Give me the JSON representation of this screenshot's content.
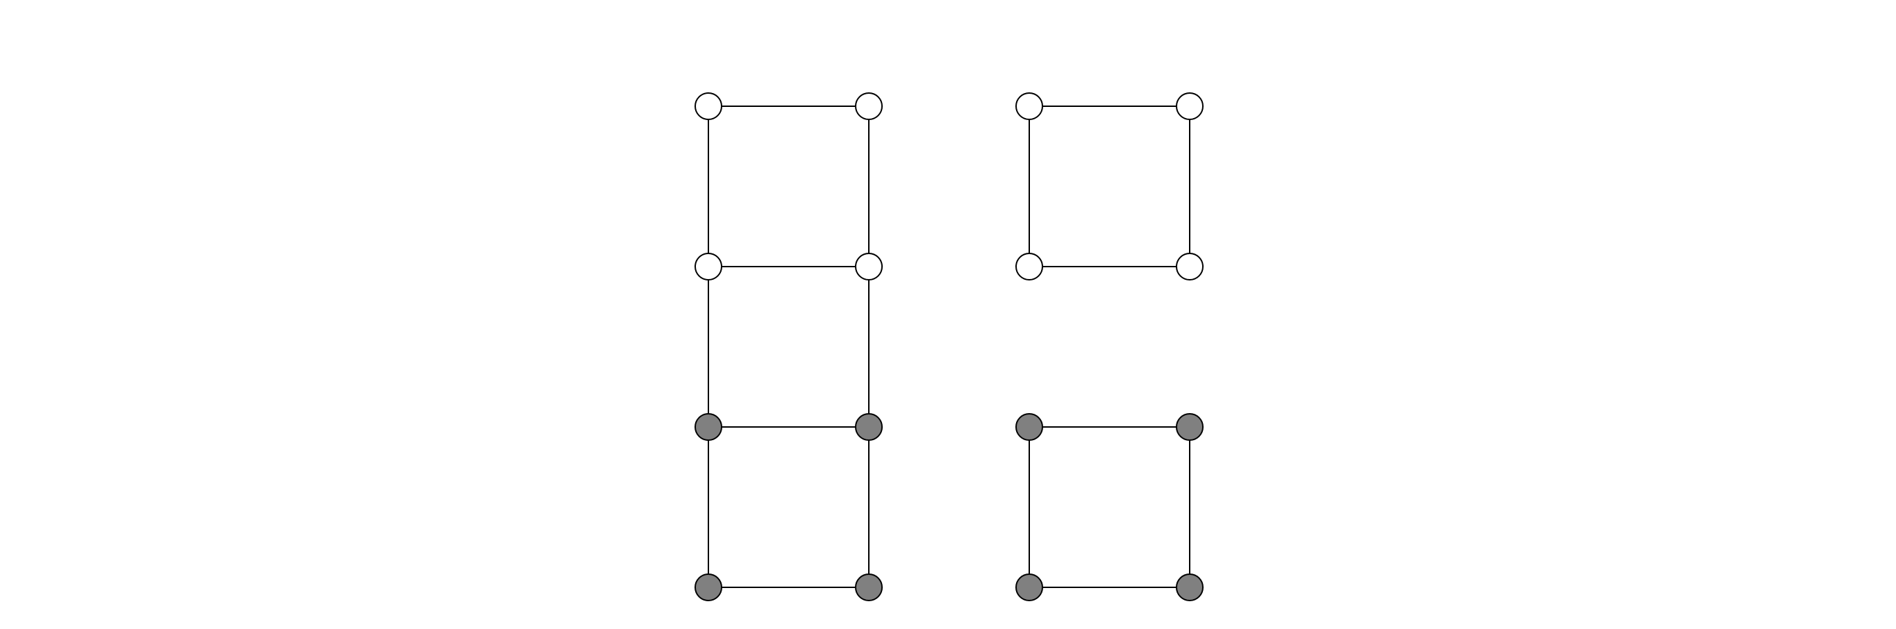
{
  "diagram": {
    "colors": {
      "node_white": "#ffffff",
      "node_gray": "#808080",
      "edge": "#000000",
      "background": "#ffffff"
    },
    "graphs": [
      {
        "id": "ladder",
        "nodes": [
          {
            "id": "ladder-r0-left",
            "state": "white"
          },
          {
            "id": "ladder-r0-right",
            "state": "white"
          },
          {
            "id": "ladder-r1-left",
            "state": "white"
          },
          {
            "id": "ladder-r1-right",
            "state": "white"
          },
          {
            "id": "ladder-r2-left",
            "state": "gray"
          },
          {
            "id": "ladder-r2-right",
            "state": "gray"
          },
          {
            "id": "ladder-r3-left",
            "state": "gray"
          },
          {
            "id": "ladder-r3-right",
            "state": "gray"
          }
        ],
        "edges": [
          [
            "ladder-r0-left",
            "ladder-r0-right"
          ],
          [
            "ladder-r1-left",
            "ladder-r1-right"
          ],
          [
            "ladder-r2-left",
            "ladder-r2-right"
          ],
          [
            "ladder-r3-left",
            "ladder-r3-right"
          ],
          [
            "ladder-r0-left",
            "ladder-r1-left"
          ],
          [
            "ladder-r1-left",
            "ladder-r2-left"
          ],
          [
            "ladder-r2-left",
            "ladder-r3-left"
          ],
          [
            "ladder-r0-right",
            "ladder-r1-right"
          ],
          [
            "ladder-r1-right",
            "ladder-r2-right"
          ],
          [
            "ladder-r2-right",
            "ladder-r3-right"
          ]
        ]
      },
      {
        "id": "square-top",
        "nodes": [
          {
            "id": "square-top-tl",
            "state": "white"
          },
          {
            "id": "square-top-tr",
            "state": "white"
          },
          {
            "id": "square-top-bl",
            "state": "white"
          },
          {
            "id": "square-top-br",
            "state": "white"
          }
        ],
        "edges": [
          [
            "square-top-tl",
            "square-top-tr"
          ],
          [
            "square-top-bl",
            "square-top-br"
          ],
          [
            "square-top-tl",
            "square-top-bl"
          ],
          [
            "square-top-tr",
            "square-top-br"
          ]
        ]
      },
      {
        "id": "square-bottom",
        "nodes": [
          {
            "id": "square-bottom-tl",
            "state": "gray"
          },
          {
            "id": "square-bottom-tr",
            "state": "gray"
          },
          {
            "id": "square-bottom-bl",
            "state": "gray"
          },
          {
            "id": "square-bottom-br",
            "state": "gray"
          }
        ],
        "edges": [
          [
            "square-bottom-tl",
            "square-bottom-tr"
          ],
          [
            "square-bottom-bl",
            "square-bottom-br"
          ],
          [
            "square-bottom-tl",
            "square-bottom-bl"
          ],
          [
            "square-bottom-tr",
            "square-bottom-br"
          ]
        ]
      }
    ]
  }
}
